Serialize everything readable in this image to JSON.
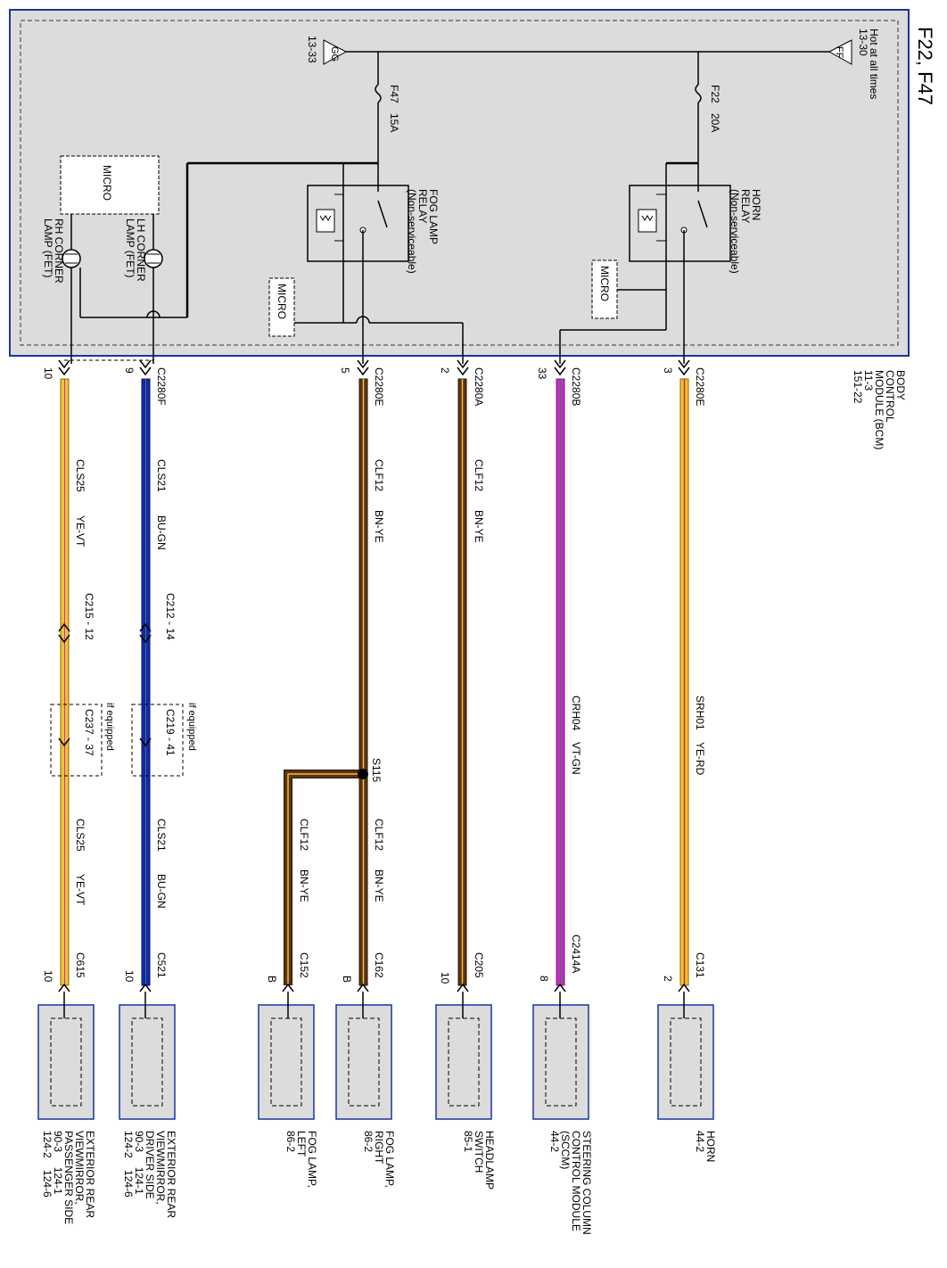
{
  "page_title": "F22, F47",
  "colors": {
    "module_fill": "#dcdcdc",
    "module_border": "#1a33a3",
    "wire_ye": "#f2c233",
    "wire_bu": "#1324b8",
    "wire_bn": "#5a3214",
    "wire_vt": "#c22fc4",
    "wire_rd": "#cc2a1e",
    "wire_gn": "#2e8b2e"
  },
  "bcm": {
    "title_lines": [
      "BODY",
      "CONTROL",
      "MODULE (BCM)",
      "11-3",
      "151-22"
    ],
    "hot_label": [
      "Hot at all times",
      "13-30"
    ],
    "hot_ref": "FF",
    "ground_ref": "GG",
    "ground_page": "13-33",
    "fuse_f22": [
      "F22",
      "20A"
    ],
    "fuse_f47": [
      "F47",
      "15A"
    ],
    "horn_relay": [
      "HORN",
      "RELAY",
      "(Non-serviceable)"
    ],
    "fog_relay": [
      "FOG LAMP",
      "RELAY",
      "(Non-serviceable)"
    ],
    "micro": "MICRO",
    "lh_corner": [
      "LH CORNER",
      "LAMP (FET)"
    ],
    "rh_corner": [
      "RH CORNER",
      "LAMP (FET)"
    ]
  },
  "circuits": [
    {
      "id": "horn",
      "conn_top": "C2280E",
      "pin_top": "3",
      "circuit": "SRH01",
      "color": "YE-RD",
      "conn_bot": "C131",
      "pin_bot": "2",
      "device": [
        "HORN",
        "44-2"
      ]
    },
    {
      "id": "sccm",
      "conn_top": "C2280B",
      "pin_top": "33",
      "circuit": "CRH04",
      "color": "VT-GN",
      "conn_bot": "C2414A",
      "pin_bot": "8",
      "device": [
        "STEERING COLUMN",
        "CONTROL MODULE",
        "(SCCM)",
        "44-2"
      ]
    },
    {
      "id": "hsw",
      "conn_top": "C2280A",
      "pin_top": "2",
      "circuit": "CLF12",
      "color": "BN-YE",
      "conn_bot": "C205",
      "pin_bot": "10",
      "device": [
        "HEADLAMP",
        "SWITCH",
        "85-1"
      ]
    },
    {
      "id": "fogr",
      "conn_top": "C2280E",
      "pin_top": "5",
      "circuit": "CLF12",
      "color": "BN-YE",
      "conn_bot": "C162",
      "pin_bot": "B",
      "device": [
        "FOG LAMP,",
        "RIGHT",
        "86-2"
      ]
    },
    {
      "id": "fogl",
      "conn_bot": "C152",
      "pin_bot": "B",
      "circuit": "CLF12",
      "color": "BN-YE",
      "device": [
        "FOG LAMP,",
        "LEFT",
        "86-2"
      ]
    },
    {
      "id": "mirr_d",
      "conn_top": "C2280F",
      "pin_top": "9",
      "circuit": "CLS21",
      "color": "BU-GN",
      "inline1": "C212 - 14",
      "inline2": "C219 - 41",
      "if_equipped": "if equipped",
      "conn_bot": "C521",
      "pin_bot": "10",
      "device": [
        "EXTERIOR REAR",
        "VIEWMIRROR,",
        "DRIVER SIDE",
        "90-3     124-1",
        "124-2    124-6"
      ]
    },
    {
      "id": "mirr_p",
      "conn_top": "",
      "pin_top": "10",
      "circuit": "CLS25",
      "color": "YE-VT",
      "inline1": "C215 - 12",
      "inline2": "C237 - 37",
      "if_equipped": "if equipped",
      "conn_bot": "C615",
      "pin_bot": "10",
      "device": [
        "EXTERIOR REAR",
        "VIEWMIRROR,",
        "PASSENGER SIDE",
        "90-3     124-1",
        "124-2    124-6"
      ]
    }
  ],
  "splice": "S115"
}
